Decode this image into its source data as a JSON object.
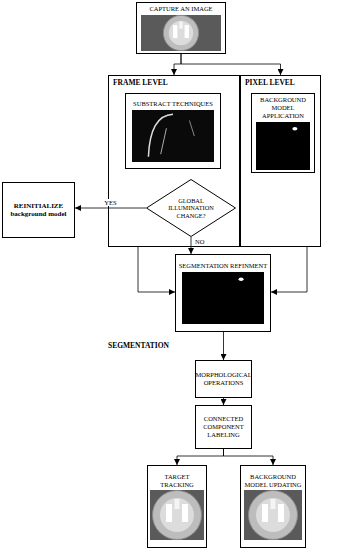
{
  "diagram": {
    "nodes": [
      {
        "text": [
          "CAPTURE AN IMAGE"
        ]
      },
      {
        "text": [
          "SEGMENTATION"
        ]
      },
      {
        "text": [
          "FRAME LEVEL"
        ],
        "in": 1
      },
      {
        "text": [
          "SUBSTRACT TECHNIQUES"
        ],
        "in": 2
      },
      {
        "text": [
          "GLOBAL ILLUMINATION CHANGE?"
        ],
        "in": 2
      },
      {
        "text": [
          "PIXEL LEVEL"
        ],
        "in": 1
      },
      {
        "text": [
          "BACKGROUND MODEL APPLICATION"
        ],
        "in": 5
      },
      {
        "text": [
          "REINITIALIZE background model"
        ]
      },
      {
        "text": [
          "SEGMENTATION REFINMENT"
        ],
        "in": 1
      },
      {
        "text": [
          "MORPHOLOGICAL OPERATIONS"
        ]
      },
      {
        "text": [
          "CONNECTED COMPONENT LABELING"
        ]
      },
      {
        "text": [
          "TARGET TRACKING"
        ]
      },
      {
        "text": [
          "BACKGROUND MODEL UPDATING"
        ]
      }
    ],
    "edges": [
      {
        "from": 0,
        "to": 2,
        "arrow": "to"
      },
      {
        "from": 0,
        "to": 5,
        "arrow": "to"
      },
      {
        "from": 4,
        "to": 7,
        "label": "YES",
        "arrow": "to"
      },
      {
        "from": 4,
        "to": 8,
        "label": "NO",
        "arrow": "to"
      },
      {
        "from": 2,
        "to": 8,
        "arrow": "to"
      },
      {
        "from": 5,
        "to": 8,
        "arrow": "to"
      },
      {
        "from": 8,
        "to": 9,
        "arrow": "to"
      },
      {
        "from": 9,
        "to": 10,
        "arrow": "to"
      },
      {
        "from": 10,
        "to": 11,
        "arrow": "to"
      },
      {
        "from": 10,
        "to": 12,
        "arrow": "to"
      }
    ]
  }
}
